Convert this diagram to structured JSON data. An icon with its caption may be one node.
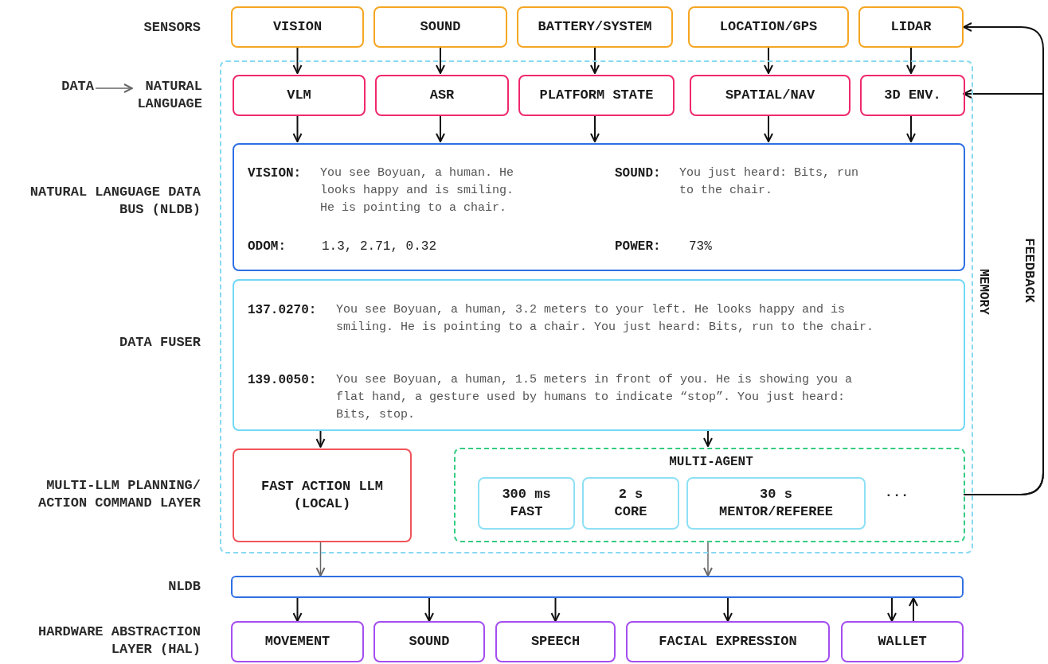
{
  "diagram": {
    "nodes": [
      {
        "text": [
          "VISION"
        ]
      },
      {
        "text": [
          "SOUND"
        ]
      },
      {
        "text": [
          "BATTERY/SYSTEM"
        ]
      },
      {
        "text": [
          "LOCATION/GPS"
        ]
      },
      {
        "text": [
          "LIDAR"
        ]
      },
      {
        "text": [
          "MEMORY"
        ]
      },
      {
        "text": [
          "VLM"
        ],
        "in": 5
      },
      {
        "text": [
          "ASR"
        ],
        "in": 5
      },
      {
        "text": [
          "PLATFORM STATE"
        ],
        "in": 5
      },
      {
        "text": [
          "SPATIAL/NAV"
        ],
        "in": 5
      },
      {
        "text": [
          "3D ENV."
        ],
        "in": 5
      },
      {
        "text": [
          "VISION:",
          "You see Boyuan, a human. He looks happy and is smiling. He is pointing to a chair.",
          "SOUND:",
          "You just heard: Bits, run to the chair.",
          "ODOM:",
          "1.3, 2.71, 0.32",
          "POWER:",
          "73%"
        ],
        "in": 5
      },
      {
        "text": [
          "137.0270:",
          "You see Boyuan, a human, 3.2 meters to your left. He looks happy and is smiling. He is pointing to a chair. You just heard: Bits, run to the chair.",
          "139.0050:",
          "You see Boyuan, a human, 1.5 meters in front of you. He is showing you a flat hand, a gesture used by humans to indicate “stop”. You just heard: Bits, stop."
        ],
        "in": 5
      },
      {
        "text": [
          "FAST ACTION LLM (LOCAL)"
        ],
        "in": 5
      },
      {
        "text": [
          "MULTI-AGENT"
        ],
        "in": 5
      },
      {
        "text": [
          "300 ms",
          "FAST"
        ],
        "in": 14
      },
      {
        "text": [
          "2 s",
          "CORE"
        ],
        "in": 14
      },
      {
        "text": [
          "30 s",
          "MENTOR/REFEREE"
        ],
        "in": 14
      },
      {
        "text": [],
        "shape": "bar"
      },
      {
        "text": [
          "MOVEMENT"
        ]
      },
      {
        "text": [
          "SOUND"
        ]
      },
      {
        "text": [
          "SPEECH"
        ]
      },
      {
        "text": [
          "FACIAL EXPRESSION"
        ]
      },
      {
        "text": [
          "WALLET"
        ]
      },
      {
        "text": [
          "DATA"
        ]
      },
      {
        "text": [
          "NATURAL LANGUAGE"
        ]
      }
    ],
    "edges": [
      {
        "from": 0,
        "to": 6,
        "arrow": "to"
      },
      {
        "from": 1,
        "to": 7,
        "arrow": "to"
      },
      {
        "from": 2,
        "to": 8,
        "arrow": "to"
      },
      {
        "from": 3,
        "to": 9,
        "arrow": "to"
      },
      {
        "from": 4,
        "to": 10,
        "arrow": "to"
      },
      {
        "from": 6,
        "to": 11,
        "arrow": "to"
      },
      {
        "from": 7,
        "to": 11,
        "arrow": "to"
      },
      {
        "from": 8,
        "to": 11,
        "arrow": "to"
      },
      {
        "from": 9,
        "to": 11,
        "arrow": "to"
      },
      {
        "from": 10,
        "to": 11,
        "arrow": "to"
      },
      {
        "from": 12,
        "to": 13,
        "arrow": "to"
      },
      {
        "from": 12,
        "to": 14,
        "arrow": "to"
      },
      {
        "from": 13,
        "to": 18,
        "arrow": "to",
        "color": "#666666"
      },
      {
        "from": 14,
        "to": 18,
        "arrow": "to",
        "color": "#666666"
      },
      {
        "from": 18,
        "to": 19,
        "arrow": "to"
      },
      {
        "from": 18,
        "to": 20,
        "arrow": "to"
      },
      {
        "from": 18,
        "to": 21,
        "arrow": "to"
      },
      {
        "from": 18,
        "to": 22,
        "arrow": "to"
      },
      {
        "from": 18,
        "to": 23,
        "arrow": "to"
      },
      {
        "from": 23,
        "to": 18,
        "arrow": "to"
      },
      {
        "from": 14,
        "to": 4,
        "arrow": "to",
        "label": "FEEDBACK"
      },
      {
        "from": 14,
        "to": 10,
        "arrow": "to"
      },
      {
        "from": 24,
        "to": 25,
        "arrow": "to",
        "color": "#666666"
      }
    ],
    "labels": [
      "SENSORS",
      "NATURAL LANGUAGE DATA BUS (NLDB)",
      "DATA FUSER",
      "MULTI-LLM PLANNING/ ACTION COMMAND LAYER",
      "...",
      "NLDB",
      "HARDWARE ABSTRACTION LAYER (HAL)"
    ]
  }
}
